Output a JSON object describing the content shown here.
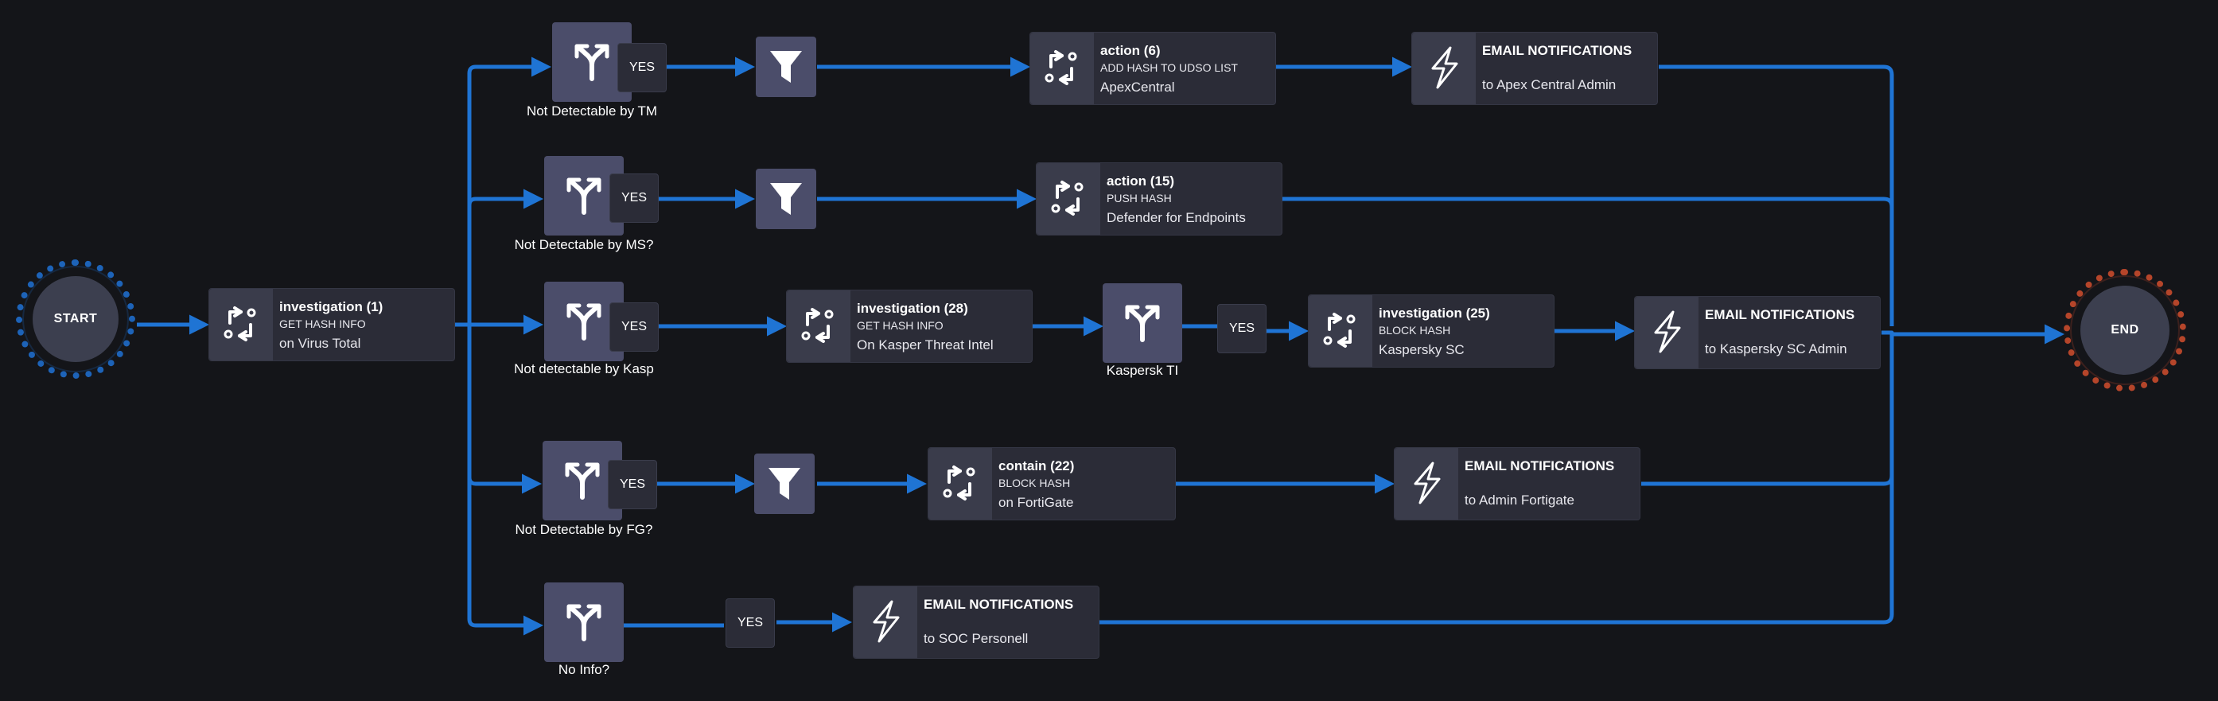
{
  "colors": {
    "background": "#141519",
    "connector": "#1f74d4",
    "start_ring": "#1d63b8",
    "end_ring": "#b5452a",
    "card": "#2b2c37",
    "node": "#4b4d6a"
  },
  "start": {
    "label": "START"
  },
  "end": {
    "label": "END"
  },
  "investigation_1": {
    "title": "investigation (1)",
    "subtitle": "GET HASH INFO",
    "detail": "on Virus Total",
    "icon": "gears-arrows-icon"
  },
  "branches": {
    "tm": {
      "label": "Not Detectable by TM",
      "yes": "YES",
      "icon": "split-arrows-icon"
    },
    "ms": {
      "label": "Not Detectable by MS?",
      "yes": "YES",
      "icon": "split-arrows-icon"
    },
    "kasp": {
      "label": "Not detectable by Kasp",
      "yes": "YES",
      "icon": "split-arrows-icon"
    },
    "fg": {
      "label": "Not Detectable by FG?",
      "yes": "YES",
      "icon": "split-arrows-icon"
    },
    "noinfo": {
      "label": "No Info?",
      "yes": "YES",
      "icon": "split-arrows-icon"
    },
    "kasperskti": {
      "label": "Kaspersk TI",
      "yes": "YES",
      "icon": "split-arrows-icon"
    }
  },
  "filters": {
    "icon": "funnel-icon"
  },
  "action_6": {
    "title": "action (6)",
    "subtitle": "ADD HASH TO UDSO LIST",
    "detail": "ApexCentral",
    "icon": "gears-arrows-icon"
  },
  "action_15": {
    "title": "action (15)",
    "subtitle": "PUSH HASH",
    "detail": "Defender for Endpoints",
    "icon": "gears-arrows-icon"
  },
  "investigation_28": {
    "title": "investigation (28)",
    "subtitle": "GET HASH INFO",
    "detail": "On Kasper Threat Intel",
    "icon": "gears-arrows-icon"
  },
  "investigation_25": {
    "title": "investigation (25)",
    "subtitle": "BLOCK HASH",
    "detail": "Kaspersky SC",
    "icon": "gears-arrows-icon"
  },
  "contain_22": {
    "title": "contain (22)",
    "subtitle": "BLOCK HASH",
    "detail": "on FortiGate",
    "icon": "gears-arrows-icon"
  },
  "emails": {
    "apex": {
      "title": "EMAIL NOTIFICATIONS",
      "detail": "to Apex Central Admin",
      "icon": "lightning-icon"
    },
    "kaspersky": {
      "title": "EMAIL NOTIFICATIONS",
      "detail": "to Kaspersky SC Admin",
      "icon": "lightning-icon"
    },
    "fortigate": {
      "title": "EMAIL NOTIFICATIONS",
      "detail": "to Admin Fortigate",
      "icon": "lightning-icon"
    },
    "soc": {
      "title": "EMAIL NOTIFICATIONS",
      "detail": "to SOC Personell",
      "icon": "lightning-icon"
    }
  }
}
